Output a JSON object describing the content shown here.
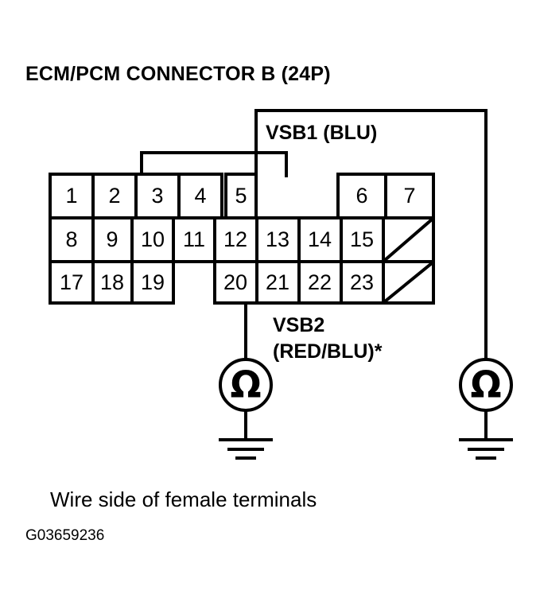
{
  "figure": {
    "title": "ECM/PCM CONNECTOR B (24P)",
    "caption": "Wire side of female terminals",
    "figure_id": "G03659236",
    "ink_color": "#000000",
    "background_color": "#ffffff"
  },
  "connector": {
    "name": "ECM/PCM CONNECTOR B",
    "pin_count_label": "(24P)",
    "rows": [
      {
        "row_index": 0,
        "cells": [
          {
            "label": "1",
            "blank": false
          },
          {
            "label": "2",
            "blank": false
          },
          {
            "label": "3",
            "blank": false
          },
          {
            "label": "4",
            "blank": false
          },
          {
            "label": "5",
            "blank": false
          },
          {
            "label": "6",
            "blank": false
          },
          {
            "label": "7",
            "blank": false
          }
        ]
      },
      {
        "row_index": 1,
        "cells": [
          {
            "label": "8",
            "blank": false
          },
          {
            "label": "9",
            "blank": false
          },
          {
            "label": "10",
            "blank": false
          },
          {
            "label": "11",
            "blank": false
          },
          {
            "label": "12",
            "blank": false
          },
          {
            "label": "13",
            "blank": false
          },
          {
            "label": "14",
            "blank": false
          },
          {
            "label": "15",
            "blank": false
          },
          {
            "label": "",
            "blank": true
          }
        ]
      },
      {
        "row_index": 2,
        "cells": [
          {
            "label": "17",
            "blank": false
          },
          {
            "label": "18",
            "blank": false
          },
          {
            "label": "19",
            "blank": false
          },
          {
            "label": "20",
            "blank": false
          },
          {
            "label": "21",
            "blank": false
          },
          {
            "label": "22",
            "blank": false
          },
          {
            "label": "23",
            "blank": false
          },
          {
            "label": "",
            "blank": true
          }
        ]
      }
    ]
  },
  "wires": [
    {
      "id": "vsb1",
      "label_line1": "VSB1 (BLU)",
      "signal": "VSB1",
      "color_code": "BLU",
      "from_terminal": "5",
      "to_instrument": "ohmmeter-right"
    },
    {
      "id": "vsb2",
      "label_line1": "VSB2",
      "label_line2": "(RED/BLU)*",
      "signal": "VSB2",
      "color_code": "RED/BLU",
      "footnote_marker": "*",
      "from_terminal": "20",
      "to_instrument": "ohmmeter-left"
    }
  ],
  "instruments": [
    {
      "id": "ohmmeter-left",
      "symbol": "Ω",
      "name": "ohmmeter",
      "ground": true
    },
    {
      "id": "ohmmeter-right",
      "symbol": "Ω",
      "name": "ohmmeter",
      "ground": true
    }
  ]
}
